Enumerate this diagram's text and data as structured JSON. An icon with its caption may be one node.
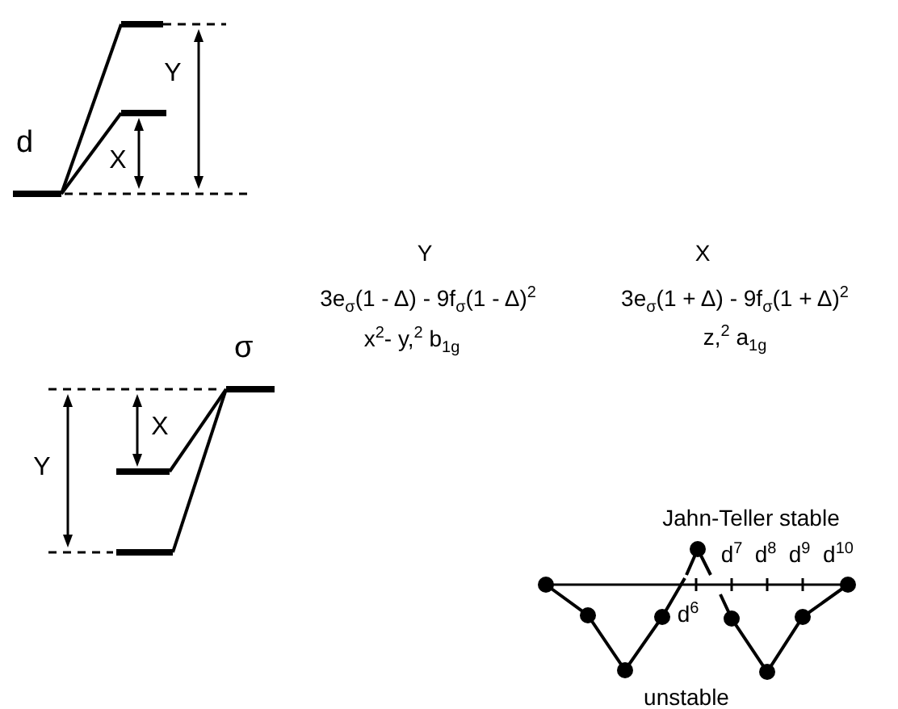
{
  "diagram": {
    "nodes": [
      {
        "text": [
          "d"
        ]
      },
      {
        "text": [],
        "shape": "bar"
      },
      {
        "text": [],
        "shape": "bar"
      },
      {
        "text": [
          "σ"
        ]
      },
      {
        "text": [],
        "shape": "bar"
      },
      {
        "text": [],
        "shape": "bar"
      }
    ],
    "edges": [
      {
        "from": 0,
        "to": 1,
        "arrow": "none"
      },
      {
        "from": 0,
        "to": 2,
        "arrow": "none"
      },
      {
        "from": 3,
        "to": 4,
        "arrow": "none"
      },
      {
        "from": 3,
        "to": 5,
        "arrow": "none"
      }
    ],
    "labels": [
      "Y",
      "X",
      "Y",
      "X",
      "3e$_{σ}$(1 - Δ) - 9f$_{σ}$(1 - Δ)$^{2}$",
      "3e$_{σ}$(1 + Δ) - 9f$_{σ}$(1 + Δ)$^{2}$",
      "x$^{2}$- y,$^{2}$ b$_{1g}$",
      "z,$^{2}$ a$_{1g}$",
      "X",
      "Y",
      "Jahn-Teller stable",
      "d$^{7}$",
      "d$^{8}$",
      "d$^{9}$",
      "d$^{10}$",
      "d$^{6}$",
      "unstable"
    ]
  }
}
